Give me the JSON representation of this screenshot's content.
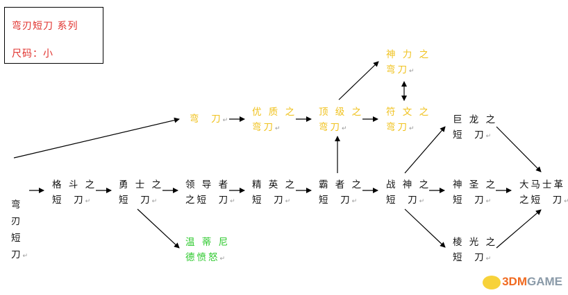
{
  "legend": {
    "title": "弯刃短刀  系列",
    "size": "尺码：小"
  },
  "nodes": {
    "start": [
      "弯",
      "刃",
      "短",
      "刀"
    ],
    "gedou": [
      "格 斗 之",
      "短  刀"
    ],
    "yongshi": [
      "勇 士 之",
      "短  刀"
    ],
    "lingdao": [
      "领 导 者",
      "之短  刀"
    ],
    "jingying": [
      "精 英 之",
      "短  刀"
    ],
    "bazhe": [
      "霸 者 之",
      "短  刀"
    ],
    "zhanshen": [
      "战 神 之",
      "短  刀"
    ],
    "shensheng": [
      "神 圣 之",
      "短  刀"
    ],
    "damashige": [
      "大马士革",
      "之短  刀"
    ],
    "julong": [
      "巨 龙 之",
      "短  刀"
    ],
    "lengguang": [
      "棱 光 之",
      "短  刀"
    ],
    "wendini": [
      "温 蒂 尼",
      "德愤怒"
    ],
    "wandao": [
      "弯  刀"
    ],
    "youzhi": [
      "优 质 之",
      "弯刀"
    ],
    "dingji": [
      "顶 级 之",
      "弯刀"
    ],
    "fuwen": [
      "符 文 之",
      "弯刀"
    ],
    "shenli": [
      "神 力 之",
      "弯刀"
    ]
  },
  "watermark": {
    "brand_a": "3DM",
    "brand_b": "GAME"
  },
  "colors": {
    "legend": "#e0302c",
    "scimitar": "#f0c21e",
    "special": "#2ec92e"
  }
}
